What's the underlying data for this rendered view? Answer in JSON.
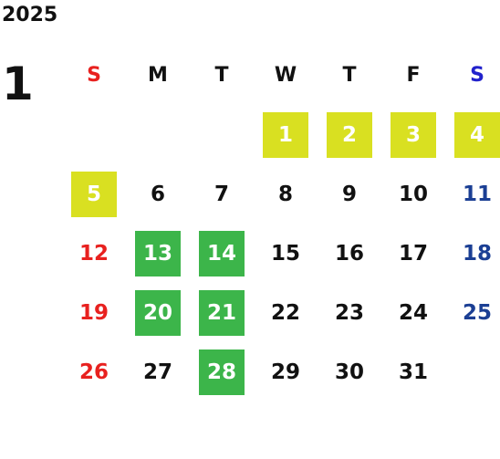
{
  "calendar": {
    "year": "2025",
    "month": "1",
    "weekdays": [
      "S",
      "M",
      "T",
      "W",
      "T",
      "F",
      "S"
    ],
    "colors": {
      "sunday": "#e8211f",
      "saturday": "#1b3f94",
      "holiday_highlight": "#d9e021",
      "event_highlight": "#3cb54a",
      "text": "#111111"
    },
    "weeks": [
      [
        "",
        "",
        "",
        "1",
        "2",
        "3",
        "4"
      ],
      [
        "5",
        "6",
        "7",
        "8",
        "9",
        "10",
        "11"
      ],
      [
        "12",
        "13",
        "14",
        "15",
        "16",
        "17",
        "18"
      ],
      [
        "19",
        "20",
        "21",
        "22",
        "23",
        "24",
        "25"
      ],
      [
        "26",
        "27",
        "28",
        "29",
        "30",
        "31",
        ""
      ]
    ],
    "highlight_yellow": [
      "1",
      "2",
      "3",
      "4",
      "5"
    ],
    "highlight_green": [
      "13",
      "14",
      "20",
      "21",
      "28"
    ]
  }
}
